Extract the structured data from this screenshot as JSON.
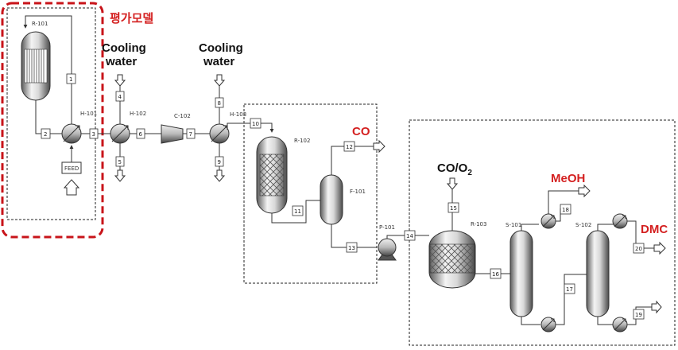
{
  "annotations": {
    "eval_model": "평가모델",
    "cooling_water_1_line1": "Cooling",
    "cooling_water_1_line2": "water",
    "cooling_water_2_line1": "Cooling",
    "cooling_water_2_line2": "water",
    "co_out": "CO",
    "co_o2_main": "CO/O",
    "co_o2_sub": "2",
    "meoh_out": "MeOH",
    "dmc_out": "DMC"
  },
  "equipment": {
    "r101": "R-101",
    "h101": "H-101",
    "h102": "H-102",
    "c102": "C-102",
    "h103": "H-103",
    "r102": "R-102",
    "f101": "F-101",
    "p101": "P-101",
    "r103": "R-103",
    "s101": "S-101",
    "s102": "S-102",
    "feed": "FEED"
  },
  "streams": [
    "1",
    "2",
    "3",
    "4",
    "5",
    "6",
    "7",
    "8",
    "9",
    "10",
    "11",
    "12",
    "13",
    "14",
    "15",
    "16",
    "17",
    "18",
    "19",
    "20"
  ],
  "colors": {
    "highlight": "#d42020",
    "line": "#333333"
  }
}
